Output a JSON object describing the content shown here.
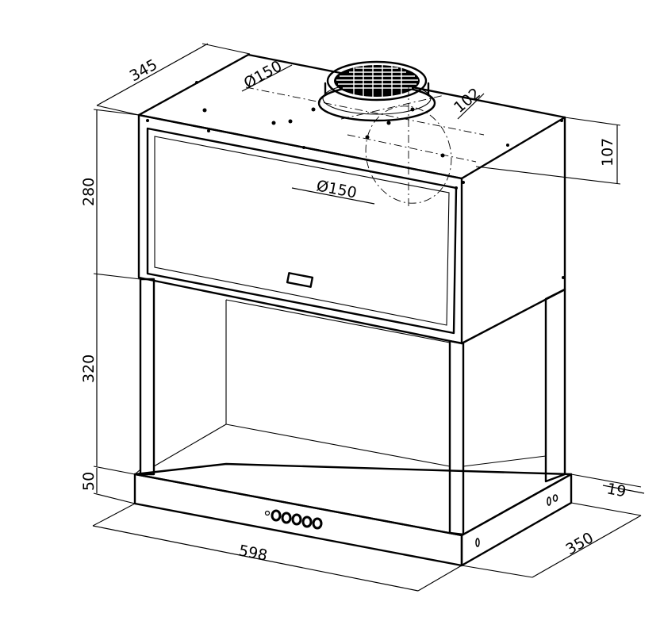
{
  "dimensions": {
    "depth_top": "345",
    "duct_top": "Ø150",
    "duct_offset": "102",
    "duct_height": "107",
    "duct_front": "Ø150",
    "upper_height": "280",
    "lower_height": "320",
    "base_height": "50",
    "width": "598",
    "depth_bottom": "350",
    "side_offset": "19"
  }
}
